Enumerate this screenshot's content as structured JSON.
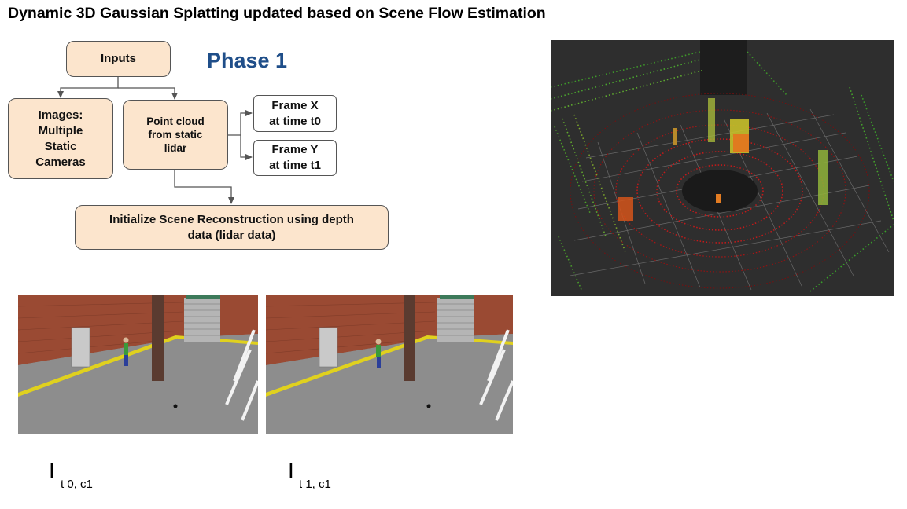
{
  "title": "Dynamic 3D Gaussian Splatting updated based on Scene Flow Estimation",
  "phase_label": "Phase 1",
  "nodes": {
    "inputs": "Inputs",
    "images": "Images:\nMultiple\nStatic\nCameras",
    "point_cloud": "Point cloud\nfrom static\nlidar",
    "frame_x": "Frame X\nat time t0",
    "frame_y": "Frame Y\nat time t1",
    "initialize": "Initialize Scene Reconstruction using depth\ndata (lidar data)"
  },
  "image_labels": [
    {
      "symbol": "I",
      "subscript": "t 0, c1"
    },
    {
      "symbol": "I",
      "subscript": "t 1, c1"
    }
  ],
  "colors": {
    "node_fill": "#fce5cd",
    "phase_text": "#1f4e89",
    "connector": "#555555"
  }
}
